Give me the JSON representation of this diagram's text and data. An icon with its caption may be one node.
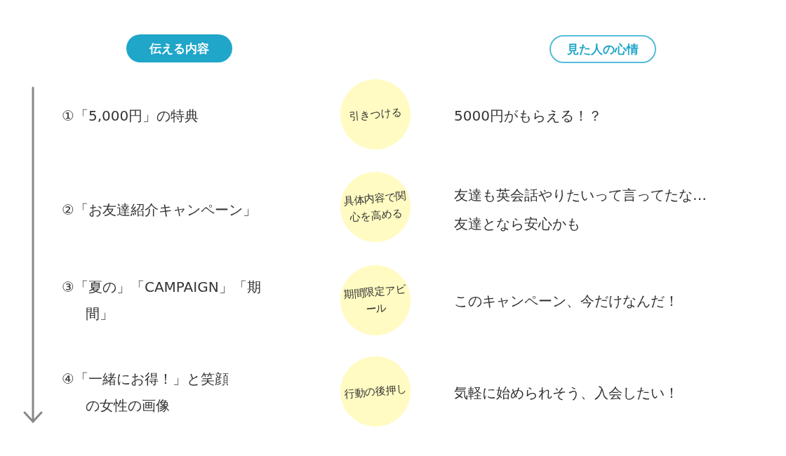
{
  "diagram": {
    "nodes": [
      {
        "text": [
          "伝える内容"
        ]
      },
      {
        "text": [
          "見た人の心情"
        ]
      },
      {
        "text": [
          "引きつける"
        ]
      },
      {
        "text": [
          "具体内容で関心を高める"
        ]
      },
      {
        "text": [
          "期間限定アピール"
        ]
      },
      {
        "text": [
          "行動の後押し"
        ]
      }
    ],
    "edges": [],
    "labels": [
      "①「5,000円」の特典",
      "5000円がもらえる！？",
      "②「お友達紹介キャンペーン」",
      "友達も英会話やりたいって言ってたな…",
      "友達となら安心かも",
      "③「夏の」「CAMPAIGN」「期間」",
      "このキャンペーン、今だけなんだ！",
      "④「一緒にお得！」と笑顔の女性の画像",
      "気軽に始められそう、入会したい！"
    ]
  }
}
